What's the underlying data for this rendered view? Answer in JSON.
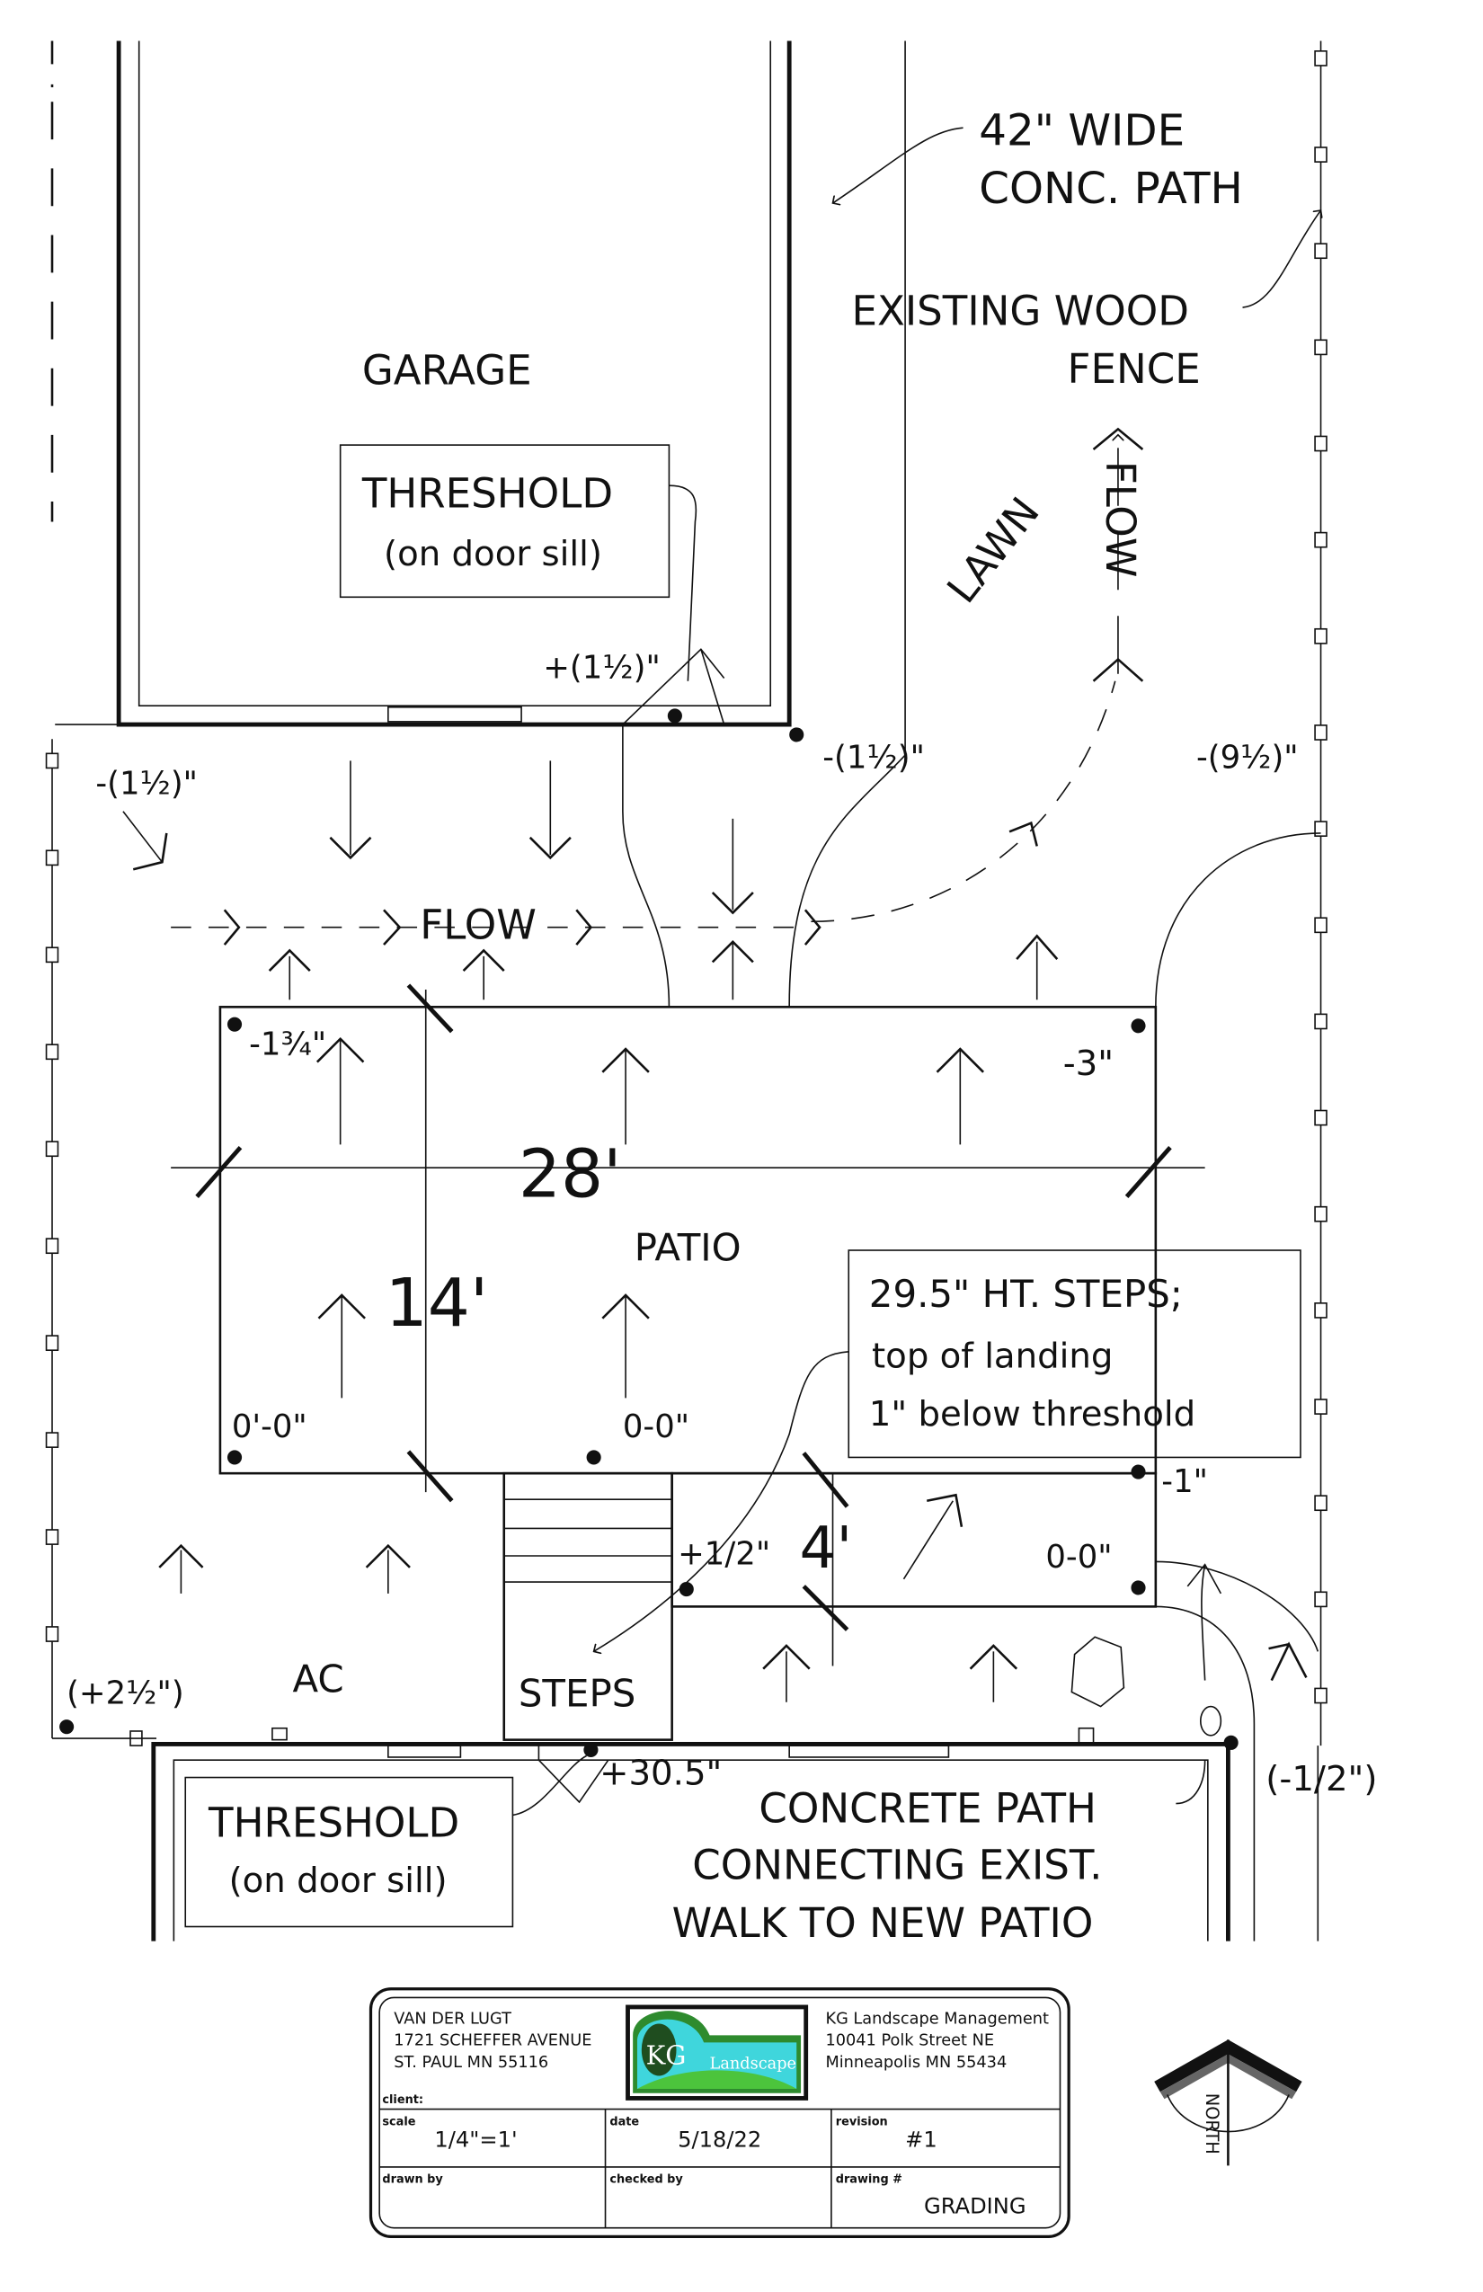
{
  "drawing": {
    "labels": {
      "garage": "GARAGE",
      "garage_threshold_line1": "THRESHOLD",
      "garage_threshold_line2": "(on door sill)",
      "garage_threshold_elev": "+(1½)\"",
      "path_callout_line1": "42\" WIDE",
      "path_callout_line2": "CONC. PATH",
      "fence_callout_line1": "EXISTING WOOD",
      "fence_callout_line2": "FENCE",
      "lawn": "LAWN",
      "flow_vertical": "FLOW",
      "flow_horizontal": "FLOW",
      "patio": "PATIO",
      "patio_length": "28'",
      "patio_width": "14'",
      "landing_width": "4'",
      "steps": "STEPS",
      "ac": "AC",
      "steps_note_line1": "29.5\" HT. STEPS;",
      "steps_note_line2": "top of landing",
      "steps_note_line3": "1\" below threshold",
      "house_threshold_line1": "THRESHOLD",
      "house_threshold_line2": "(on door sill)",
      "path_note_line1": "CONCRETE PATH",
      "path_note_line2": "CONNECTING EXIST.",
      "path_note_line3": "WALK TO NEW PATIO",
      "north": "NORTH"
    },
    "elevations": [
      {
        "id": "nw-corner",
        "text": "-(1½)\""
      },
      {
        "id": "garage-se",
        "text": "-(1½)\""
      },
      {
        "id": "fence-corner",
        "text": "-(9½)\""
      },
      {
        "id": "patio-nw",
        "text": "-1¾\""
      },
      {
        "id": "patio-ne",
        "text": "-3\""
      },
      {
        "id": "patio-sw",
        "text": "0'-0\""
      },
      {
        "id": "patio-s-mid",
        "text": "0-0\""
      },
      {
        "id": "landing-ne",
        "text": "-1\""
      },
      {
        "id": "landing-se",
        "text": "0-0\""
      },
      {
        "id": "landing-sw",
        "text": "+1/2\""
      },
      {
        "id": "house-corner",
        "text": "(+2½\")"
      },
      {
        "id": "house-threshold",
        "text": "+30.5\""
      },
      {
        "id": "walk-corner",
        "text": "(-1/2\")"
      }
    ]
  },
  "title_block": {
    "client_name": "VAN DER LUGT",
    "client_address1": "1721 SCHEFFER AVENUE",
    "client_address2": "ST. PAUL MN 55116",
    "client_label": "client:",
    "company_name": "KG Landscape Management",
    "company_address1": "10041 Polk Street NE",
    "company_address2": "Minneapolis MN 55434",
    "logo_initials": "KG",
    "logo_word": "Landscape",
    "scale_label": "scale",
    "scale_value": "1/4\"=1'",
    "date_label": "date",
    "date_value": "5/18/22",
    "revision_label": "revision",
    "revision_value": "#1",
    "drawn_by_label": "drawn by",
    "drawn_by_value": "",
    "checked_by_label": "checked by",
    "checked_by_value": "",
    "drawing_label": "drawing #",
    "drawing_value": "GRADING"
  },
  "colors": {
    "ink": "#111111",
    "logo_sky": "#3fd6dc",
    "logo_green": "#2e8b2e",
    "logo_tree": "#1f4d1f",
    "logo_lawn": "#4cc43c"
  }
}
